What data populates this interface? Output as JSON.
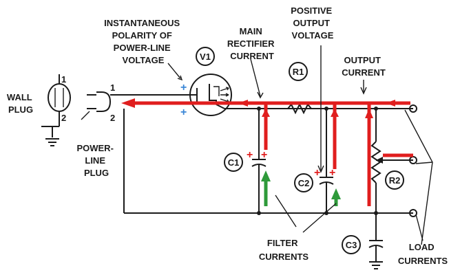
{
  "labels": {
    "instantaneous_polarity": [
      "INSTANTANEOUS",
      "POLARITY OF",
      "POWER-LINE",
      "VOLTAGE"
    ],
    "main_rectifier_current": [
      "MAIN",
      "RECTIFIER",
      "CURRENT"
    ],
    "positive_output_voltage": [
      "POSITIVE",
      "OUTPUT",
      "VOLTAGE"
    ],
    "output_current": [
      "OUTPUT",
      "CURRENT"
    ],
    "wall_plug": [
      "WALL",
      "PLUG"
    ],
    "power_line_plug": [
      "POWER-",
      "LINE",
      "PLUG"
    ],
    "filter_currents": [
      "FILTER",
      "CURRENTS"
    ],
    "load_currents": [
      "LOAD",
      "CURRENTS"
    ]
  },
  "components": {
    "tube": "V1",
    "resistor_1": "R1",
    "resistor_2": "R2",
    "capacitor_1": "C1",
    "capacitor_2": "C2",
    "capacitor_3": "C3"
  },
  "pins": {
    "wall_pin_1": "1",
    "wall_pin_2": "2",
    "plug_pin_1": "1",
    "plug_pin_2": "2"
  },
  "polarity_signs": {
    "positive": "+",
    "negative": "+"
  },
  "colors": {
    "current_red": "#e01e1e",
    "filter_green": "#2e9a3a",
    "polarity_blue": "#3a86d6",
    "wire_black": "#1a1a1a"
  }
}
